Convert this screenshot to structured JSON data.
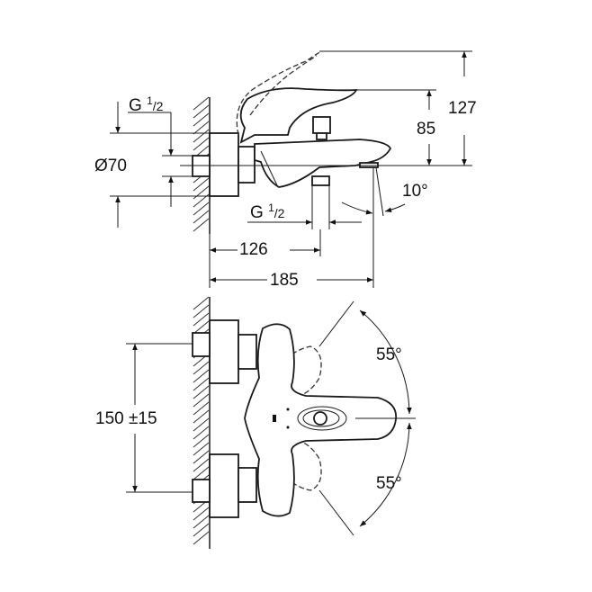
{
  "side_view": {
    "thread_top": {
      "main": "G",
      "fraction_num": "1",
      "fraction_den": "/2"
    },
    "diameter": "Ø70",
    "thread_bottom": {
      "main": "G",
      "fraction_num": "1",
      "fraction_den": "/2"
    },
    "height_total": "127",
    "height_lever": "85",
    "spout_angle": "10°",
    "depth_outlet": "126",
    "depth_total": "185"
  },
  "front_view": {
    "inlet_spacing": "150 ±15",
    "angle_up": "55°",
    "angle_down": "55°"
  }
}
